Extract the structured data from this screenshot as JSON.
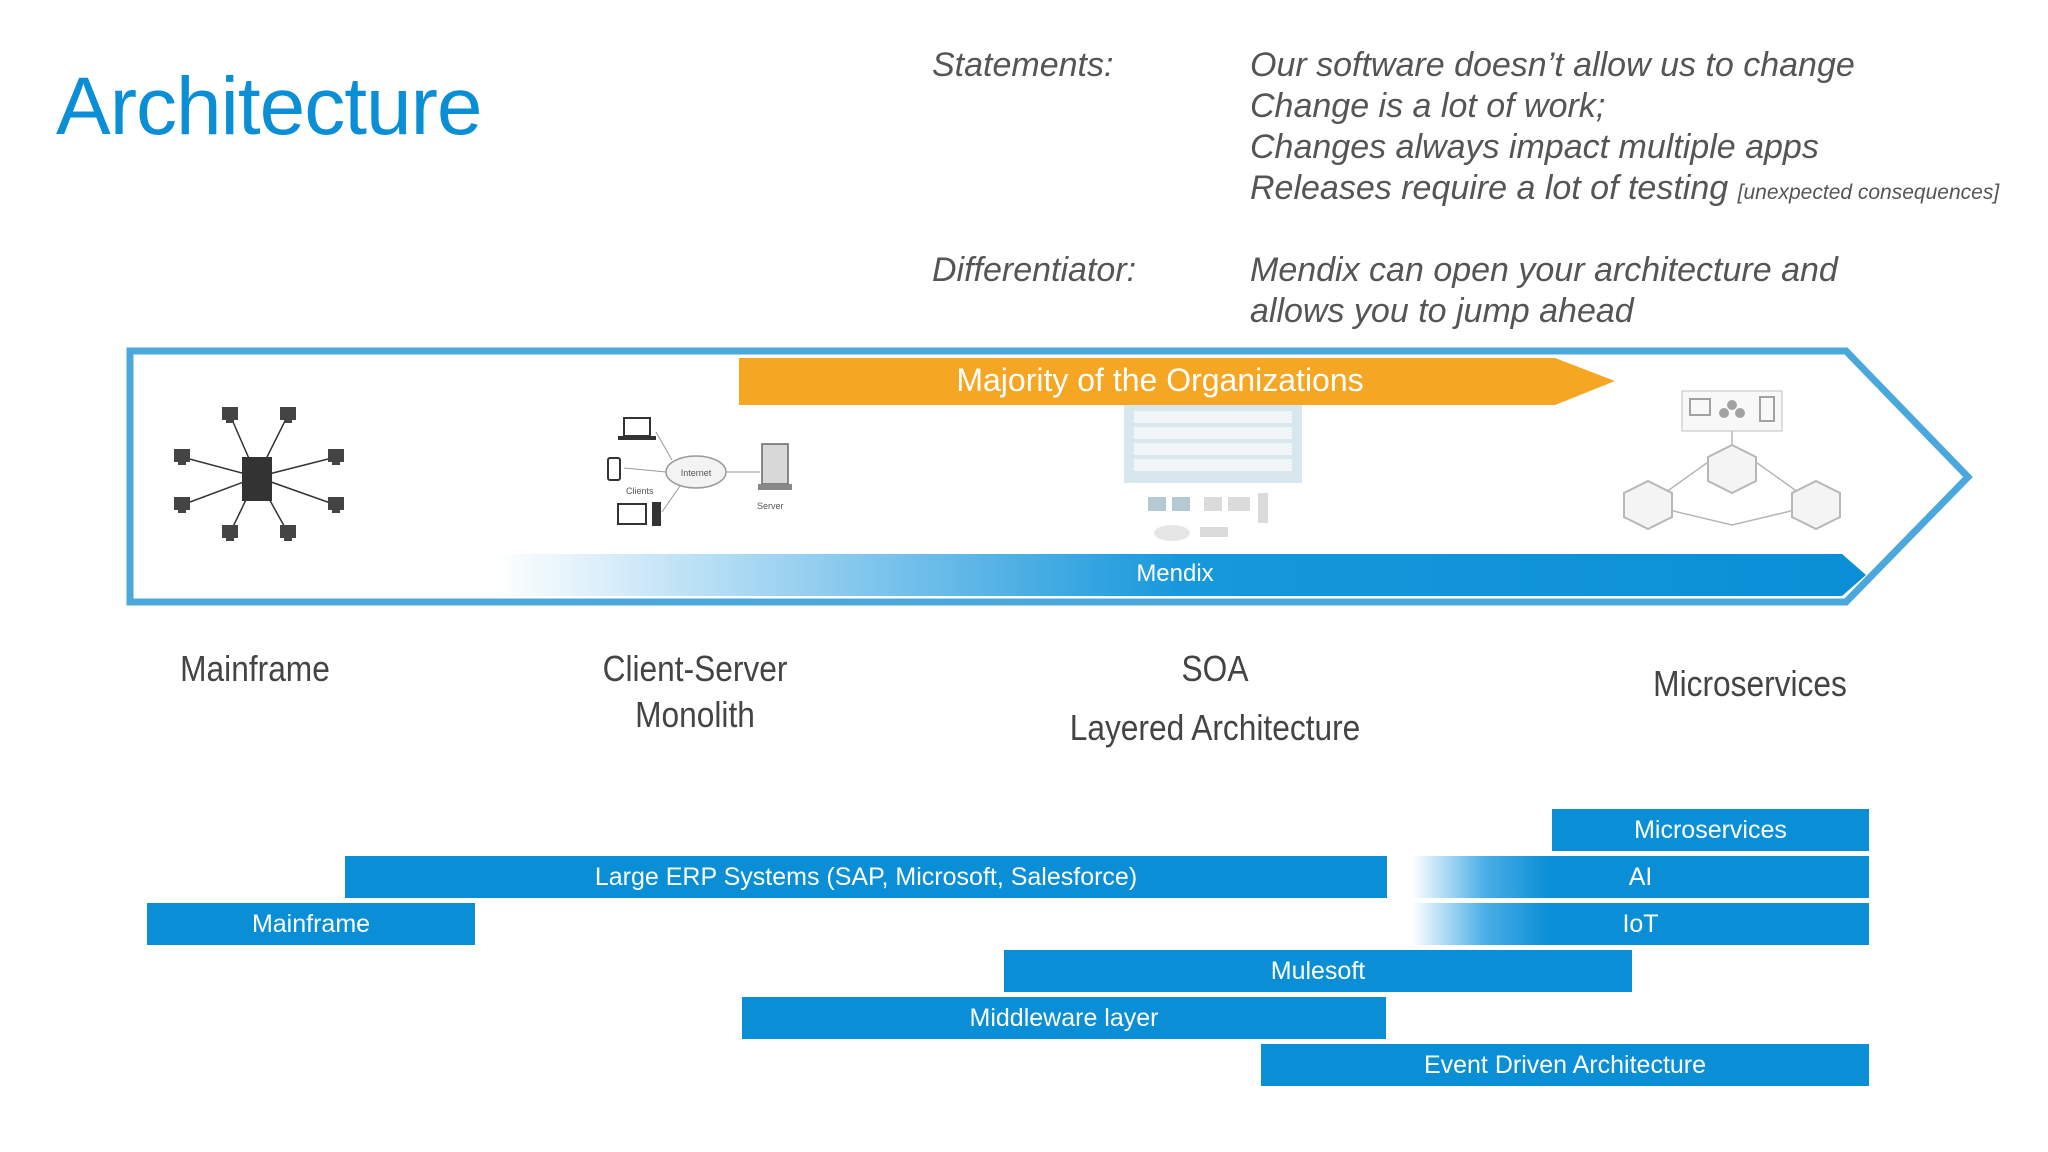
{
  "title": "Architecture",
  "statements": {
    "label": "Statements:",
    "lines": [
      "Our software doesn’t allow us to change",
      "Change is a lot of work;",
      "Changes always impact multiple apps",
      "Releases require a lot of testing"
    ],
    "note": "[unexpected consequences]"
  },
  "differentiator": {
    "label": "Differentiator:",
    "lines": [
      "Mendix can open your architecture and",
      "allows you to jump ahead"
    ]
  },
  "banner": {
    "majority": "Majority of the Organizations",
    "mendix": "Mendix"
  },
  "icons": {
    "client_server": {
      "internet": "Internet",
      "clients": "Clients",
      "server": "Server"
    }
  },
  "eras": {
    "mainframe": "Mainframe",
    "client_server_1": "Client-Server",
    "client_server_2": "Monolith",
    "soa_1": "SOA",
    "soa_2": "Layered Architecture",
    "microservices": "Microservices"
  },
  "bars": {
    "microservices": "Microservices",
    "large_erp": "Large ERP Systems (SAP, Microsoft, Salesforce)",
    "ai": "AI",
    "mainframe": "Mainframe",
    "iot": "IoT",
    "mulesoft": "Mulesoft",
    "middleware": "Middleware layer",
    "eda": "Event Driven Architecture"
  },
  "colors": {
    "accent_blue": "#0a8fd6",
    "outline_blue": "#4aa8dc",
    "orange": "#f5a623"
  }
}
